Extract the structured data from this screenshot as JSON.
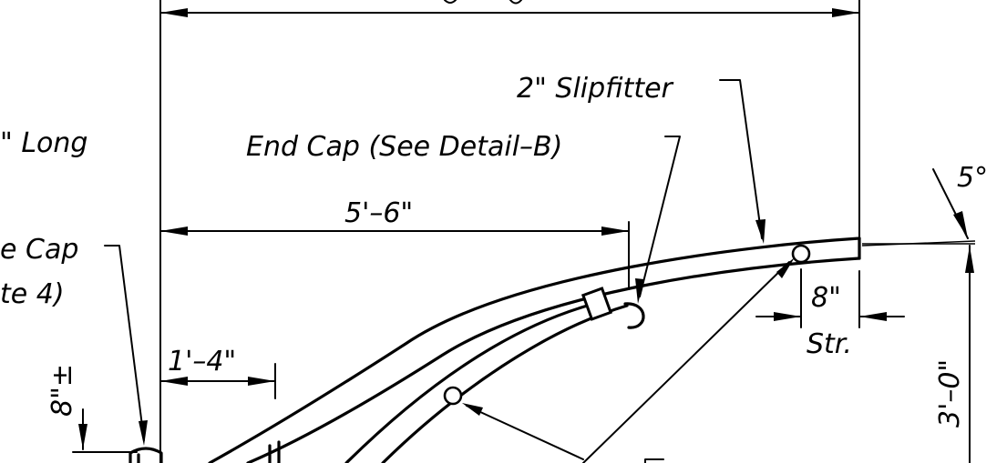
{
  "labels": {
    "slipfitter": "2\" Slipfitter",
    "end_cap": "End Cap (See Detail–B)",
    "long": "\" Long",
    "cap_partial": "e  Cap",
    "note_partial": "te 4)",
    "dim_5_6": "5'–6\"",
    "dim_1_4": "1'–4\"",
    "dim_8_str_value": "8\"",
    "dim_8_str_suffix": "Str.",
    "dim_3_0": "3'–0\"",
    "dim_8_pm": "8\"±",
    "angle_5": "5°"
  },
  "colors": {
    "ink": "#000000",
    "background": "#ffffff"
  }
}
